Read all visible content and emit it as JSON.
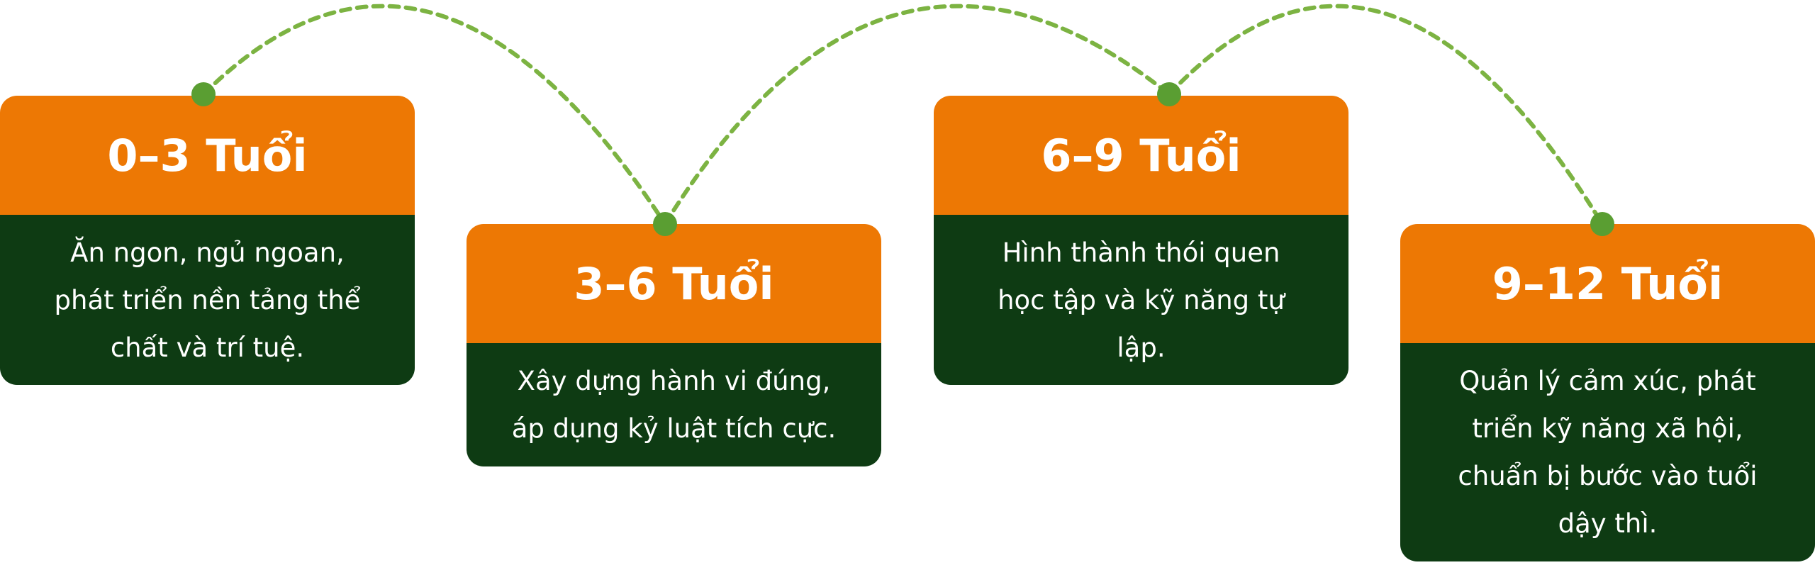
{
  "colors": {
    "header": "#ed7804",
    "body": "#0e3b13",
    "connector": "#7cb342",
    "dot": "#5a9e32"
  },
  "stages": [
    {
      "title": "0–3 Tuổi",
      "lines": [
        "Ăn ngon, ngủ ngoan,",
        "phát triển nền tảng thể",
        "chất và trí tuệ."
      ]
    },
    {
      "title": "3–6 Tuổi",
      "lines": [
        "Xây dựng hành vi đúng,",
        "áp dụng kỷ luật tích cực."
      ]
    },
    {
      "title": "6–9 Tuổi",
      "lines": [
        "Hình thành thói quen",
        "học tập và kỹ năng tự",
        "lập."
      ]
    },
    {
      "title": "9–12 Tuổi",
      "lines": [
        "Quản lý cảm xúc, phát",
        "triển kỹ năng xã hội,",
        "chuẩn bị bước vào tuổi",
        "dậy thì."
      ]
    }
  ]
}
